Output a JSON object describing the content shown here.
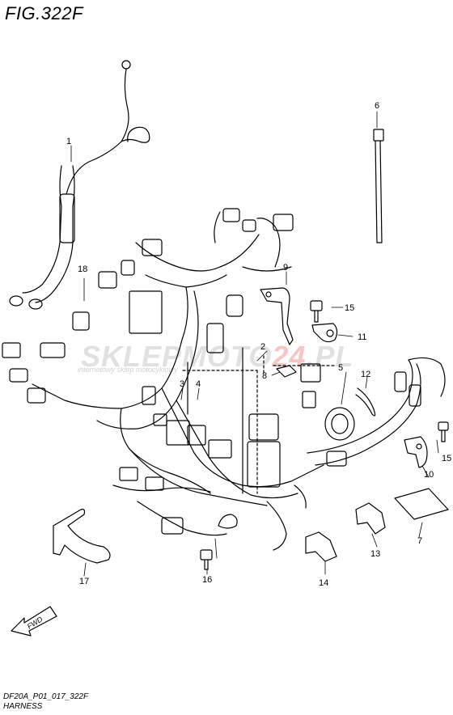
{
  "figure": {
    "title": "FIG.322F",
    "code": "DF20A_P01_017_322F",
    "name": "HARNESS"
  },
  "watermark": {
    "text_main": "SKLEPMOTO",
    "text_accent": "24",
    "text_tld": ".PL",
    "subtitle": "internetowy sklep motocyklowy"
  },
  "direction_arrow": {
    "label": "FWD"
  },
  "callouts": [
    {
      "id": "1",
      "label": "1"
    },
    {
      "id": "2",
      "label": "2"
    },
    {
      "id": "3",
      "label": "3"
    },
    {
      "id": "4",
      "label": "4"
    },
    {
      "id": "5",
      "label": "5"
    },
    {
      "id": "6",
      "label": "6"
    },
    {
      "id": "7",
      "label": "7"
    },
    {
      "id": "8",
      "label": "8"
    },
    {
      "id": "9",
      "label": "9"
    },
    {
      "id": "10",
      "label": "10"
    },
    {
      "id": "11",
      "label": "11"
    },
    {
      "id": "12",
      "label": "12"
    },
    {
      "id": "13",
      "label": "13"
    },
    {
      "id": "14",
      "label": "14"
    },
    {
      "id": "15a",
      "label": "15"
    },
    {
      "id": "15b",
      "label": "15"
    },
    {
      "id": "16",
      "label": "16"
    },
    {
      "id": "17",
      "label": "17"
    },
    {
      "id": "18",
      "label": "18"
    }
  ],
  "colors": {
    "line": "#000000",
    "background": "#ffffff"
  }
}
